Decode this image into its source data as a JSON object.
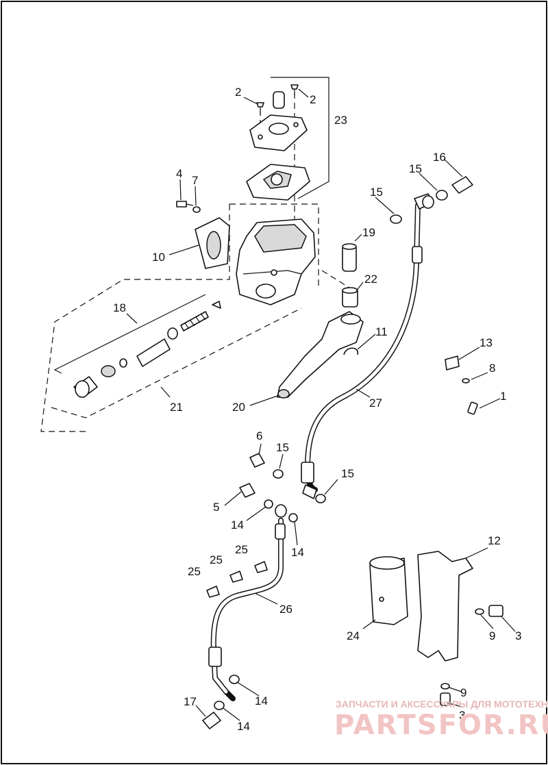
{
  "callouts": {
    "c1": "1",
    "c2a": "2",
    "c2b": "2",
    "c3a": "3",
    "c3b": "3",
    "c4": "4",
    "c5": "5",
    "c6": "6",
    "c7": "7",
    "c8": "8",
    "c9a": "9",
    "c9b": "9",
    "c10": "10",
    "c11": "11",
    "c12": "12",
    "c13": "13",
    "c14a": "14",
    "c14b": "14",
    "c14c": "14",
    "c14d": "14",
    "c15a": "15",
    "c15b": "15",
    "c15c": "15",
    "c15d": "15",
    "c16": "16",
    "c17": "17",
    "c18": "18",
    "c19": "19",
    "c20": "20",
    "c21": "21",
    "c22": "22",
    "c23": "23",
    "c24": "24",
    "c25a": "25",
    "c25b": "25",
    "c25c": "25",
    "c26": "26",
    "c27": "27"
  },
  "watermark": {
    "tagline": "ЗАПЧАСТИ И АКСЕССУАРЫ ДЛЯ МОТОТЕХНИКИ",
    "brand": "PARTSFOR.RU"
  }
}
